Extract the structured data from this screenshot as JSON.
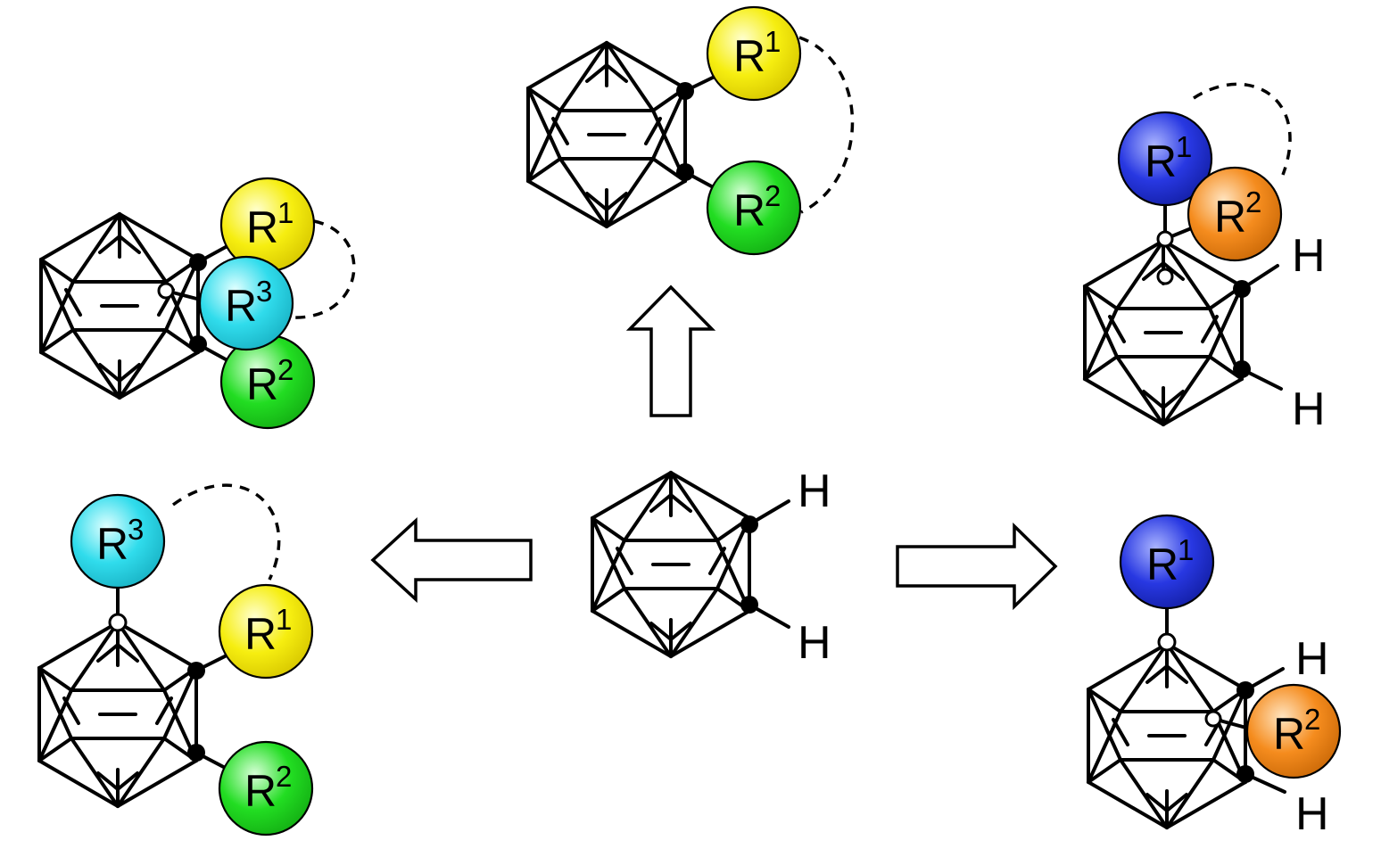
{
  "colors": {
    "yellow": "#f2e800",
    "green": "#1fd21f",
    "cyan": "#2fd7e8",
    "blue": "#2233dd",
    "orange": "#f38a1c",
    "ink": "#000000"
  },
  "labels": {
    "r": "R",
    "h": "H"
  },
  "substituents": [
    {
      "id": "top-r1",
      "base": "R",
      "sup": "1",
      "color": "yellow"
    },
    {
      "id": "top-r2",
      "base": "R",
      "sup": "2",
      "color": "green"
    },
    {
      "id": "ul-r1",
      "base": "R",
      "sup": "1",
      "color": "yellow"
    },
    {
      "id": "ul-r3",
      "base": "R",
      "sup": "3",
      "color": "cyan"
    },
    {
      "id": "ul-r2",
      "base": "R",
      "sup": "2",
      "color": "green"
    },
    {
      "id": "ur-r1",
      "base": "R",
      "sup": "1",
      "color": "blue"
    },
    {
      "id": "ur-r2",
      "base": "R",
      "sup": "2",
      "color": "orange"
    },
    {
      "id": "ll-r3",
      "base": "R",
      "sup": "3",
      "color": "cyan"
    },
    {
      "id": "ll-r1",
      "base": "R",
      "sup": "1",
      "color": "yellow"
    },
    {
      "id": "ll-r2",
      "base": "R",
      "sup": "2",
      "color": "green"
    },
    {
      "id": "lr-r1",
      "base": "R",
      "sup": "1",
      "color": "blue"
    },
    {
      "id": "lr-r2",
      "base": "R",
      "sup": "2",
      "color": "orange"
    }
  ],
  "arrows": [
    {
      "id": "arrow-up",
      "direction": "up"
    },
    {
      "id": "arrow-left",
      "direction": "left"
    },
    {
      "id": "arrow-right",
      "direction": "right"
    }
  ]
}
